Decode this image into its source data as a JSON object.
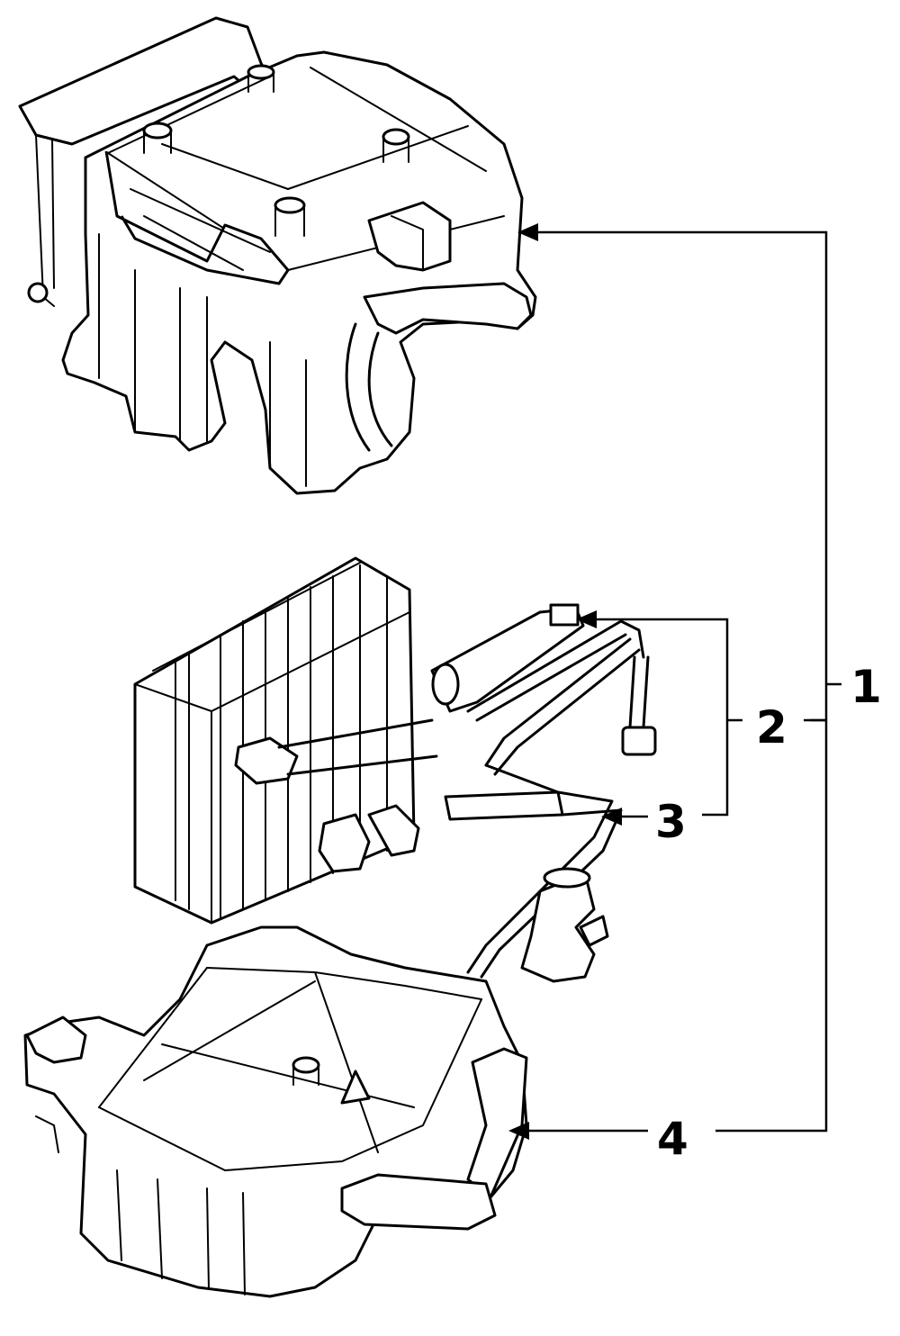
{
  "callouts": [
    {
      "id": "1",
      "label": "1"
    },
    {
      "id": "2",
      "label": "2"
    },
    {
      "id": "3",
      "label": "3"
    },
    {
      "id": "4",
      "label": "4"
    }
  ],
  "parts": [
    {
      "callout": "1"
    },
    {
      "callout": "2"
    },
    {
      "callout": "3"
    },
    {
      "callout": "4"
    }
  ],
  "colors": {
    "line": "#000000",
    "background": "#ffffff"
  }
}
